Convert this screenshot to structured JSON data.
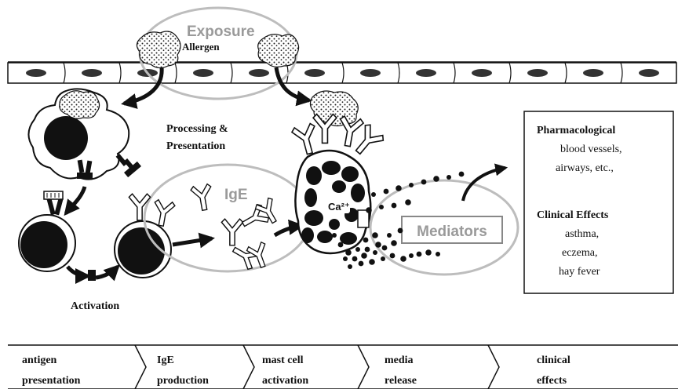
{
  "labels": {
    "exposure": "Exposure",
    "allergen": "Allergen",
    "processing_line1": "Processing &",
    "processing_line2": "Presentation",
    "ige": "IgE",
    "calcium": "Ca²⁺",
    "mediators": "Mediators",
    "activation": "Activation"
  },
  "effects_box": {
    "pharm_title": "Pharmacological",
    "pharm_lines": [
      "blood vessels,",
      "airways, etc.,"
    ],
    "clinical_title": "Clinical Effects",
    "clinical_lines": [
      "asthma,",
      "eczema,",
      "hay fever"
    ]
  },
  "steps": [
    {
      "line1": "antigen",
      "line2": "presentation"
    },
    {
      "line1": "IgE",
      "line2": "production"
    },
    {
      "line1": "mast cell",
      "line2": "activation"
    },
    {
      "line1": "media",
      "line2": "release"
    },
    {
      "line1": "clinical",
      "line2": "effects"
    }
  ],
  "colors": {
    "ink": "#111111",
    "outline_gray": "#bdbdbd",
    "highlight_text": "#9a9a9a",
    "mediators_box": "#888888"
  }
}
